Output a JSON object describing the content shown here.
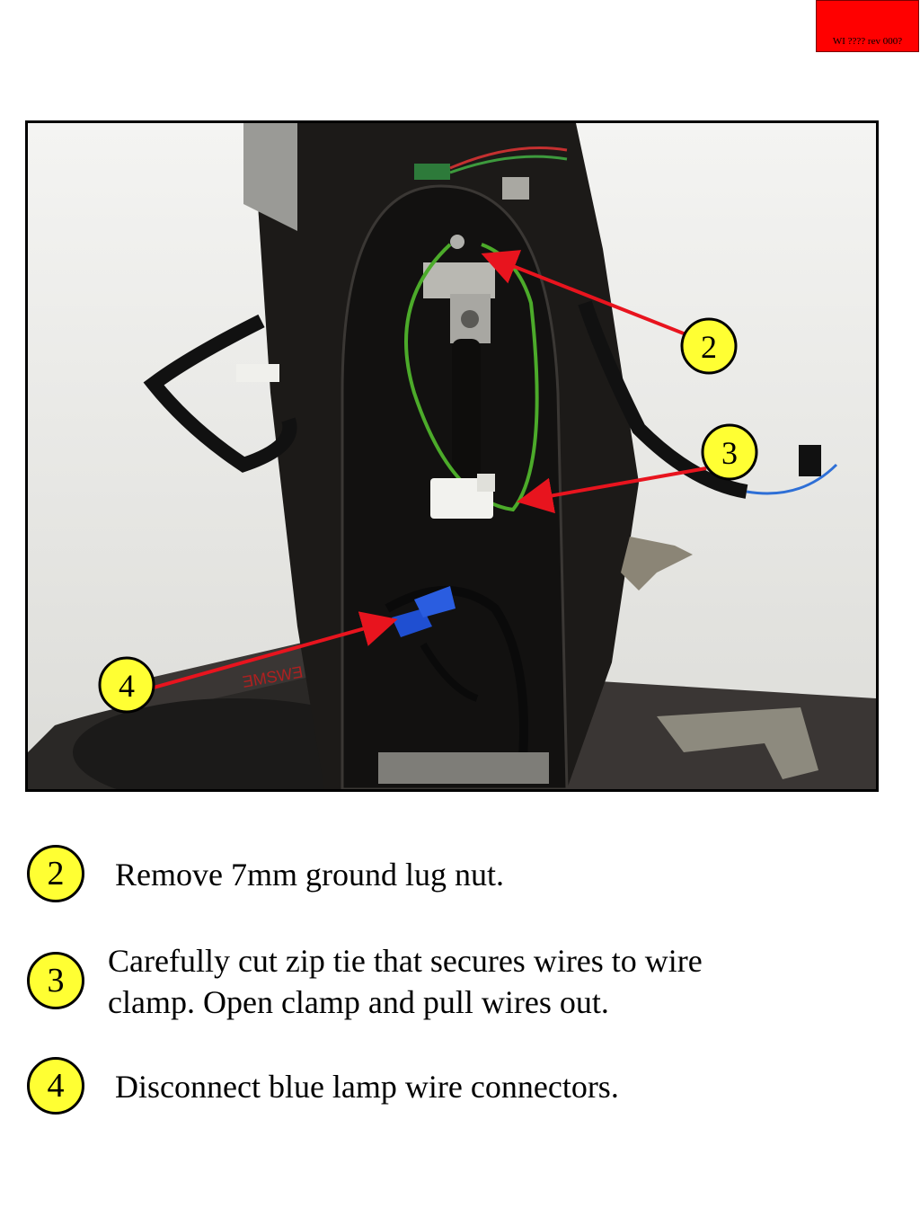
{
  "doc_badge": "WI ???? rev 000?",
  "photo_callouts": [
    "2",
    "3",
    "4"
  ],
  "steps": [
    {
      "number": "2",
      "text_lines": [
        "Remove 7mm ground lug nut."
      ]
    },
    {
      "number": "3",
      "text_lines": [
        "Carefully cut zip tie that secures wires to wire",
        "clamp.  Open clamp and pull wires out."
      ]
    },
    {
      "number": "4",
      "text_lines": [
        "Disconnect blue lamp wire connectors."
      ]
    }
  ],
  "colors": {
    "badge": "#ff0000",
    "callout_fill": "#ffff33",
    "arrow": "#e8141e",
    "housing": "#1c1a18",
    "wire_green": "#4cab2a",
    "connector_blue": "#1f4fd1"
  }
}
